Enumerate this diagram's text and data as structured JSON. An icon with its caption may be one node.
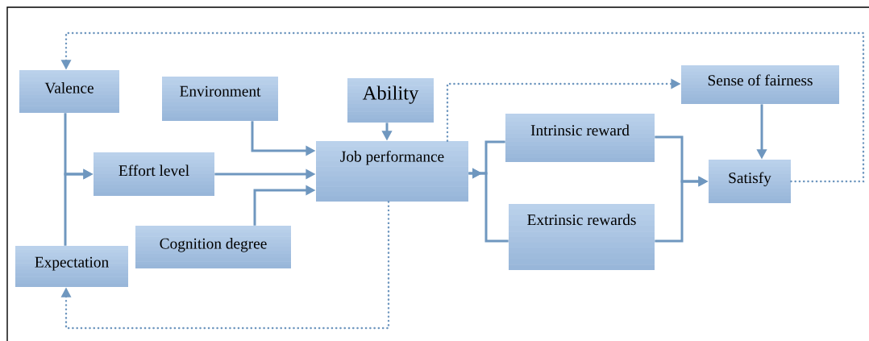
{
  "diagram": {
    "nodes": [
      {
        "text": [
          "Valence"
        ]
      },
      {
        "text": [
          "Environment"
        ]
      },
      {
        "text": [
          "Ability"
        ]
      },
      {
        "text": [
          "Effort level"
        ]
      },
      {
        "text": [
          "Job performance"
        ]
      },
      {
        "text": [
          "Cognition degree"
        ]
      },
      {
        "text": [
          "Expectation"
        ]
      },
      {
        "text": [
          "Sense of fairness"
        ]
      },
      {
        "text": [
          "Intrinsic reward"
        ]
      },
      {
        "text": [
          "Satisfy"
        ]
      },
      {
        "text": [
          "Extrinsic rewards"
        ]
      }
    ],
    "edges": [
      {
        "from": 0,
        "to": 3,
        "arrow": "to"
      },
      {
        "from": 6,
        "to": 3,
        "arrow": "to"
      },
      {
        "from": 1,
        "to": 4,
        "arrow": "to"
      },
      {
        "from": 3,
        "to": 4,
        "arrow": "to"
      },
      {
        "from": 5,
        "to": 4,
        "arrow": "to"
      },
      {
        "from": 2,
        "to": 4,
        "arrow": "to"
      },
      {
        "from": 4,
        "to": 8,
        "arrow": "to"
      },
      {
        "from": 4,
        "to": 10,
        "arrow": "to"
      },
      {
        "from": 8,
        "to": 9,
        "arrow": "to"
      },
      {
        "from": 10,
        "to": 9,
        "arrow": "to"
      },
      {
        "from": 7,
        "to": 9,
        "arrow": "to"
      },
      {
        "from": 4,
        "to": 7,
        "arrow": "to",
        "style": "dashed"
      },
      {
        "from": 4,
        "to": 6,
        "arrow": "to",
        "style": "dashed"
      },
      {
        "from": 9,
        "to": 0,
        "arrow": "to",
        "style": "dashed"
      }
    ]
  }
}
